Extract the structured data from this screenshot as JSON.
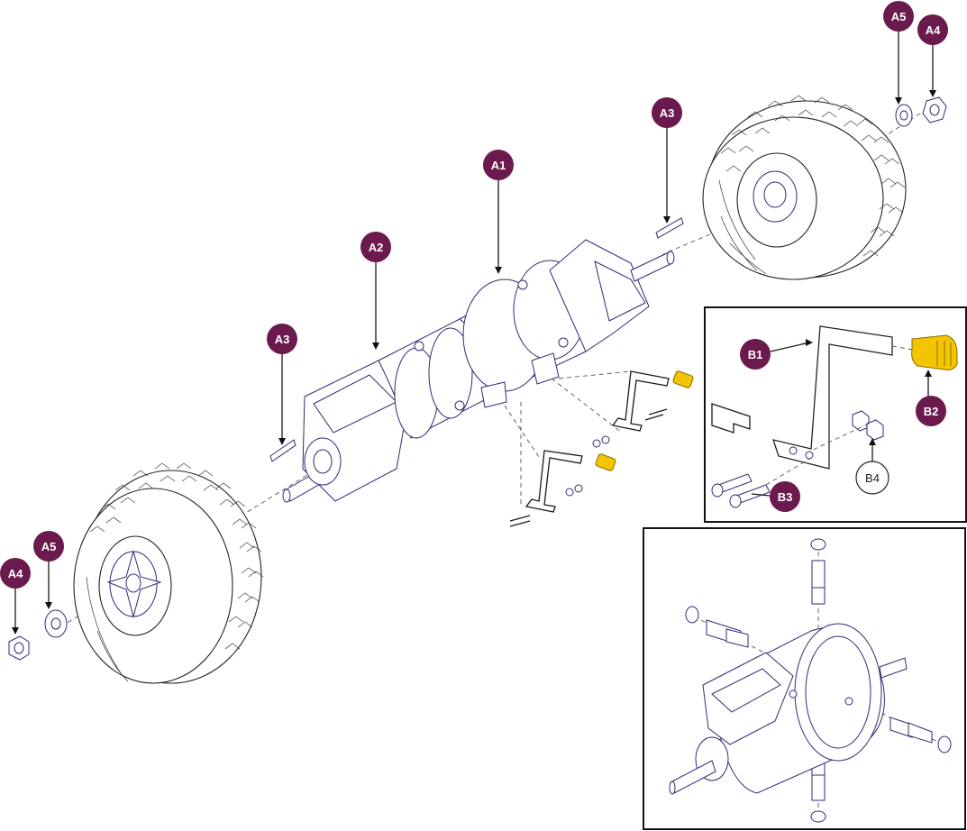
{
  "diagram": {
    "callouts": {
      "a1": "A1",
      "a2": "A2",
      "a3_top": "A3",
      "a3_left": "A3",
      "a4_top": "A4",
      "a4_left": "A4",
      "a5_top": "A5",
      "a5_left": "A5",
      "b1": "B1",
      "b2": "B2",
      "b3": "B3",
      "b4": "B4"
    },
    "colors": {
      "callout_fill": "#6a1a4c",
      "part_outline": "#2c2c78",
      "knob": "#f5c400"
    }
  }
}
